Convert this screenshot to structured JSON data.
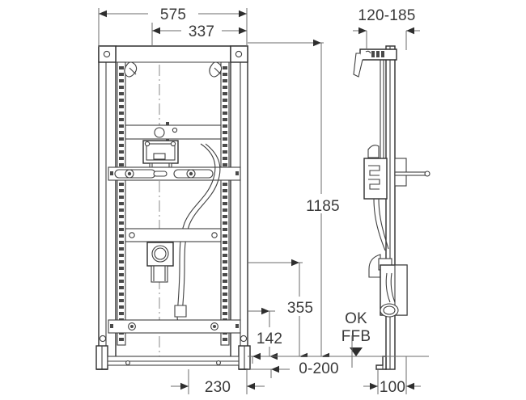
{
  "drawing": {
    "type": "technical-dimension-drawing",
    "subject": "Wall-mounted sanitary installation frame (front view and side view)",
    "background_color": "#ffffff",
    "line_color": "#2e2e2e",
    "dimension_line_color": "#6b6b6b",
    "text_color": "#3a3a3a"
  },
  "dimensions": {
    "overall_width": "575",
    "inner_width": "337",
    "side_depth_range": "120-185",
    "overall_height": "1185",
    "mid_height": "355",
    "low_height": "142",
    "foot_offset": "230",
    "floor_range": "0-200",
    "side_base": "100"
  },
  "labels": {
    "floor_level_line_1": "OK",
    "floor_level_line_2": "FFB"
  },
  "views": {
    "front": {
      "name": "front-elevation-view"
    },
    "side": {
      "name": "side-elevation-view"
    }
  }
}
